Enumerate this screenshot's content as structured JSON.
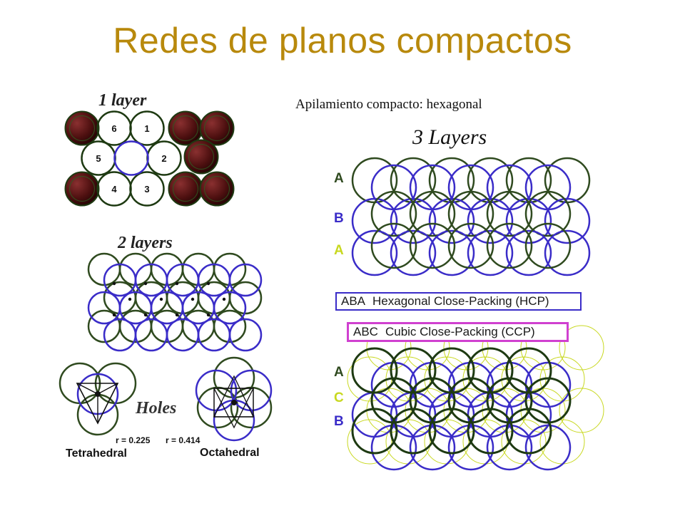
{
  "title": "Redes de planos compactos",
  "subtitle": "Apilamiento compacto: hexagonal",
  "panels": {
    "one_layer": {
      "title": "1 layer",
      "labels": [
        "6",
        "1",
        "5",
        "2",
        "4",
        "3"
      ]
    },
    "two_layers": {
      "title": "2 layers"
    },
    "holes": {
      "title": "Holes",
      "tetrahedral": {
        "name": "Tetrahedral",
        "radius": "r = 0.225"
      },
      "octahedral": {
        "name": "Octahedral",
        "radius": "r = 0.414"
      }
    },
    "three_layers": {
      "title": "3 Layers",
      "hcp": {
        "sequence": [
          "A",
          "B",
          "A"
        ],
        "box_abbr": "ABA",
        "box_text": "Hexagonal Close-Packing (HCP)"
      },
      "ccp": {
        "sequence": [
          "A",
          "C",
          "B"
        ],
        "box_abbr": "ABC",
        "box_text": "Cubic Close-Packing (CCP)"
      }
    }
  },
  "colors": {
    "title": "#b8890c",
    "layer_a": "#2f4a1f",
    "layer_b": "#3a2cc8",
    "layer_c": "#c8d820",
    "sphere": "#5a1414",
    "hcp_box_border": "#3a2cc8",
    "ccp_box_border": "#d040d0"
  }
}
